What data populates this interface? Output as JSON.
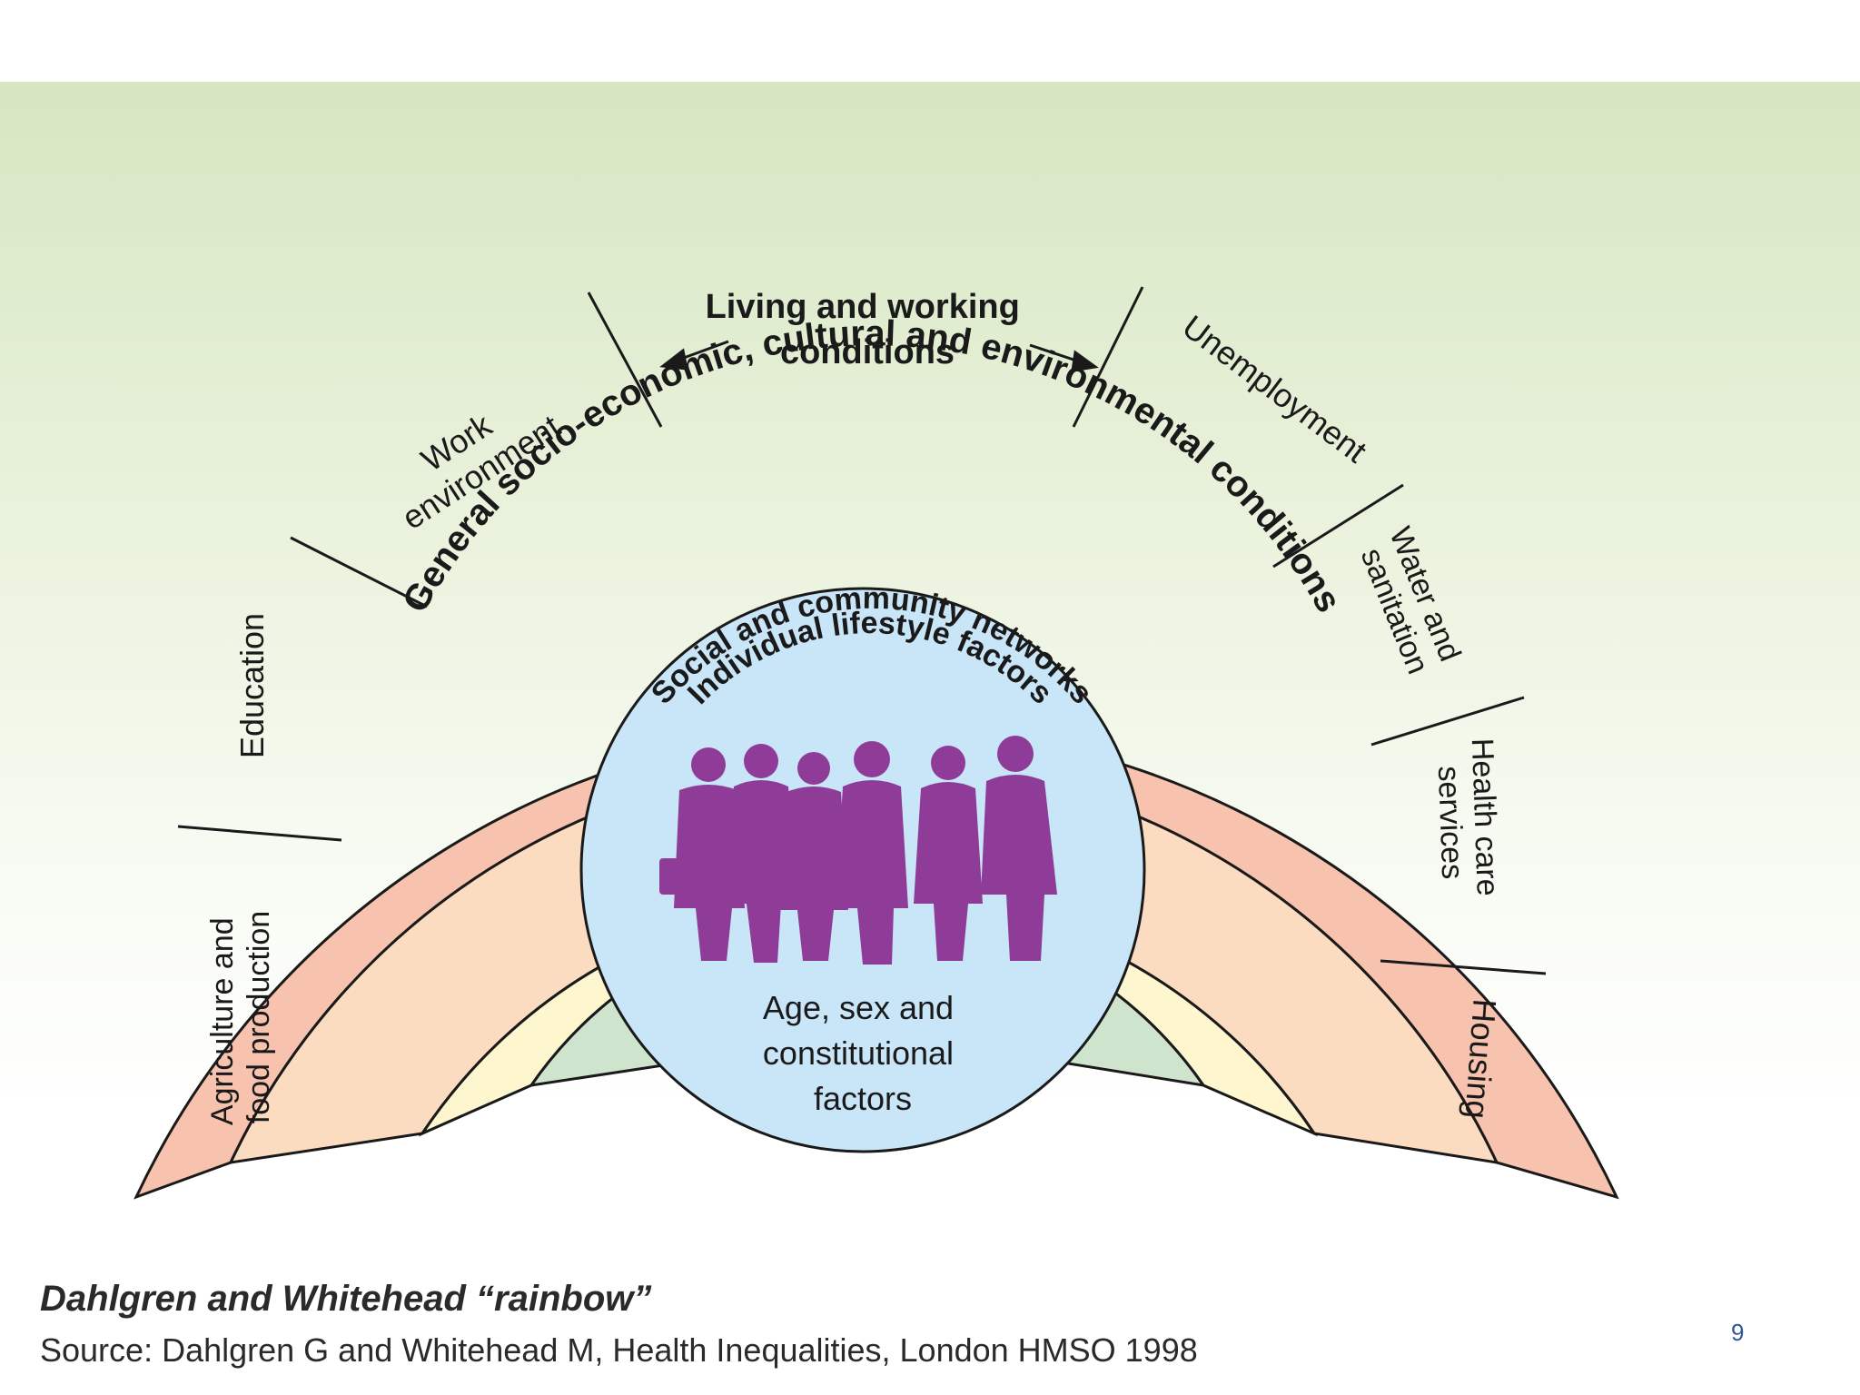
{
  "diagram": {
    "outer_arc_label": "General socio-economic, cultural and environmental conditions",
    "social_label": "Social and  community networks",
    "lifestyle_label": "Individual lifestyle factors",
    "center_label": [
      "Age, sex and",
      "constitutional",
      "factors"
    ],
    "living_working_label": [
      "Living and working",
      "conditions"
    ],
    "sectors": {
      "agriculture": [
        "Agriculture and",
        "food production"
      ],
      "education": [
        "Education"
      ],
      "work_environment": [
        "Work",
        "environment"
      ],
      "unemployment": [
        "Unemployment"
      ],
      "water": [
        "Water and",
        "sanitation"
      ],
      "health": [
        "Health care",
        "services"
      ],
      "housing": [
        "Housing"
      ]
    },
    "colors": {
      "outer_ring": "#f7c3ae",
      "sector_ring": "#fbdcc0",
      "social_ring": "#fdf6cf",
      "lifestyle_ring": "#cfe4cd",
      "core": "#c9e5f8",
      "people": "#8e3c97"
    },
    "icons": [
      "people-group-icon"
    ]
  },
  "caption": {
    "title": "Dahlgren and Whitehead “rainbow”",
    "source": "Source: Dahlgren G and Whitehead M, Health Inequalities, London HMSO 1998"
  },
  "page_number": "9"
}
